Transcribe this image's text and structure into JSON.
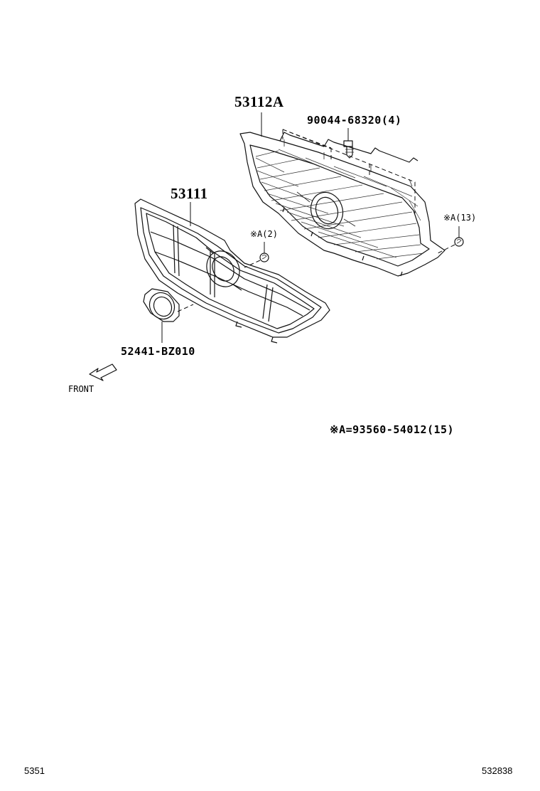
{
  "parts": {
    "upper_grille": "53112A",
    "bolt": "90044-68320(4)",
    "clip_upper": "※A(13)",
    "lower_grille": "53111",
    "clip_lower": "※A(2)",
    "emblem_ring": "52441-BZ010"
  },
  "direction_label": "FRONT",
  "note": "※A=93560-54012(15)",
  "footer": {
    "left_code": "5351",
    "right_code": "532838"
  }
}
